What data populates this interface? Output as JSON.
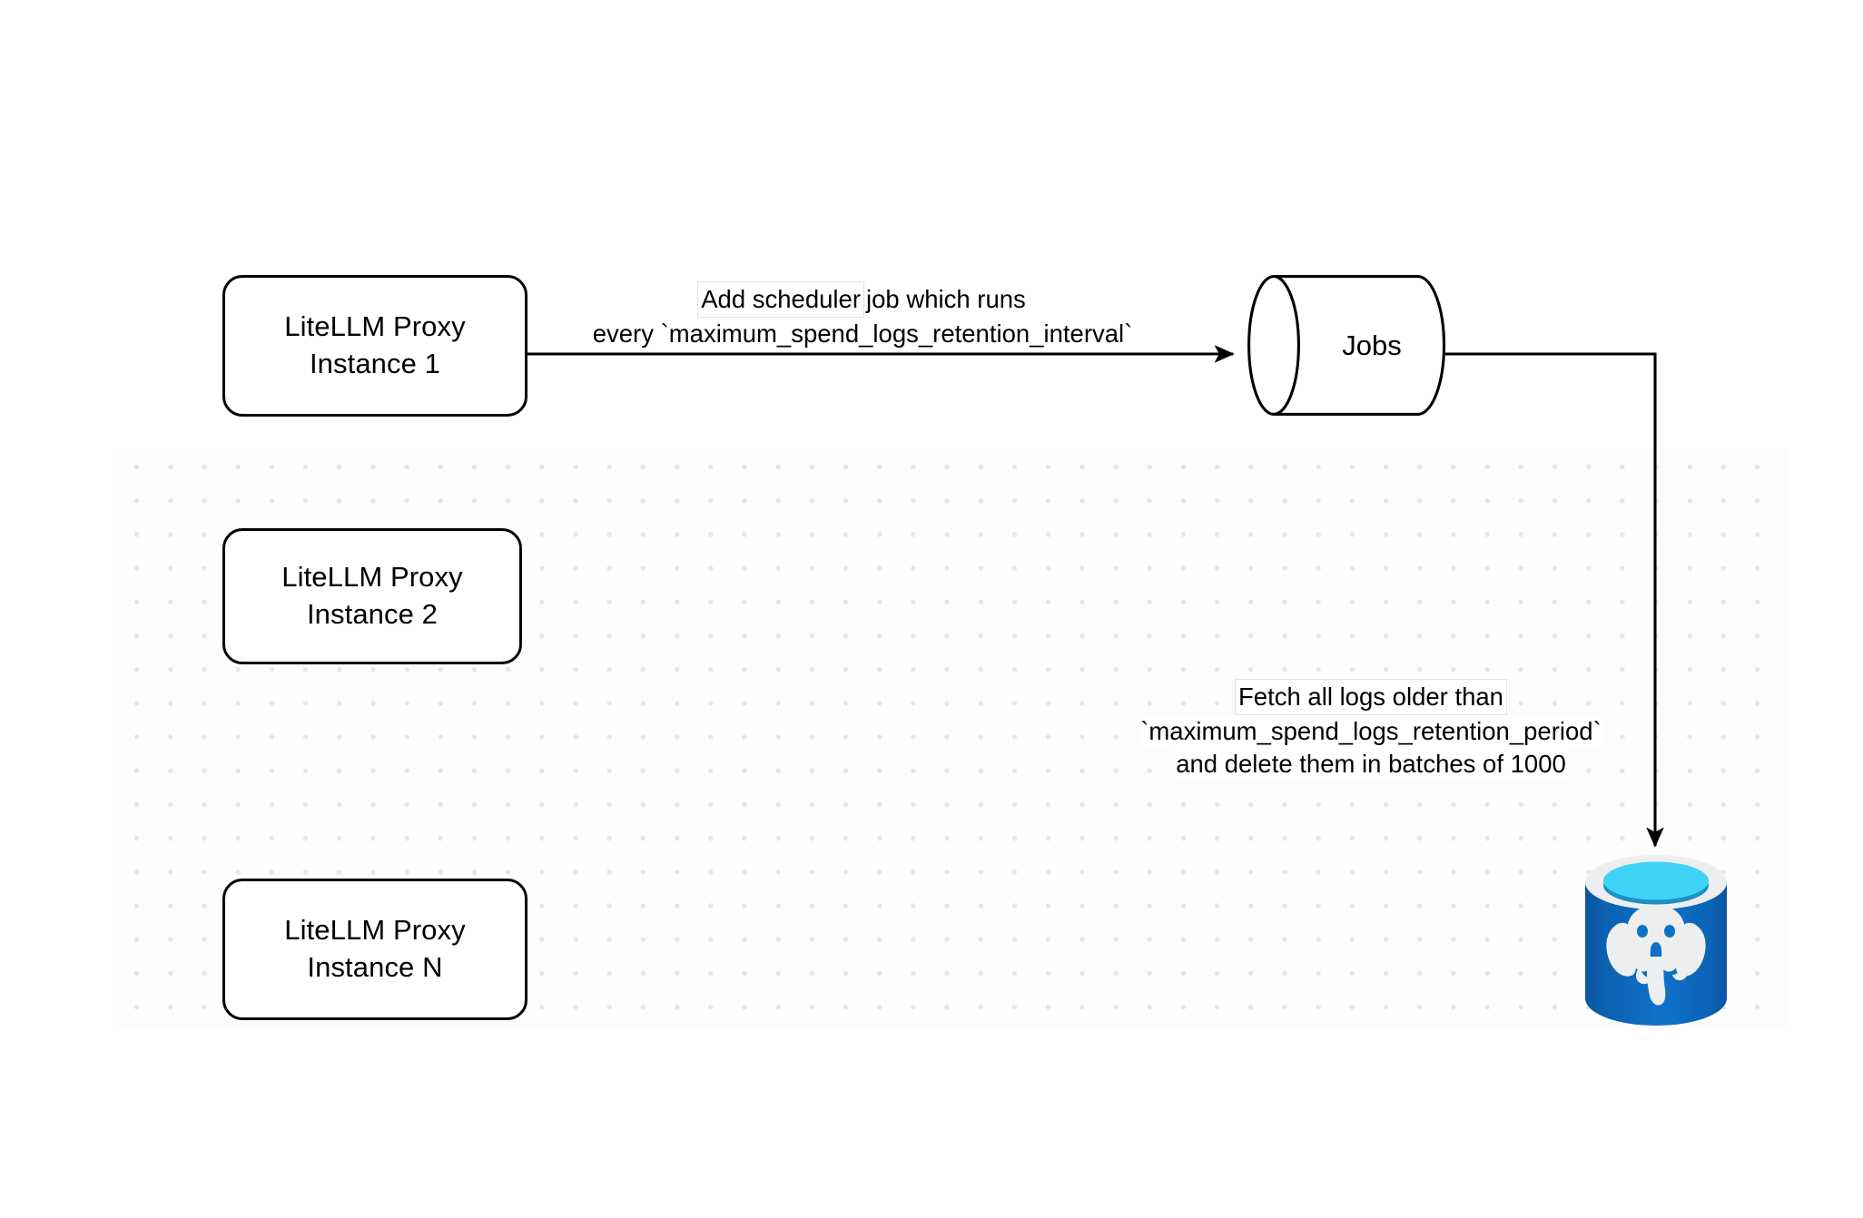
{
  "diagram": {
    "title": "LiteLLM spend logs retention scheduler flow",
    "background_color": "#ffffff",
    "grid_dot_color": "#e6e6e6",
    "stroke_color": "#000000"
  },
  "nodes": {
    "instance_1": {
      "label": "LiteLLM Proxy\nInstance 1",
      "shape": "rounded-rectangle"
    },
    "instance_2": {
      "label": "LiteLLM Proxy\nInstance 2",
      "shape": "rounded-rectangle"
    },
    "instance_n": {
      "label": "LiteLLM Proxy\nInstance N",
      "shape": "rounded-rectangle"
    },
    "jobs": {
      "label": "Jobs",
      "shape": "cylinder"
    },
    "database": {
      "icon": "postgresql-database-icon",
      "colors": {
        "body": "#0d6fc4",
        "body_dark": "#0a5aa5",
        "rim": "#eceef0",
        "opening": "#3fd2f7",
        "opening_shadow": "#1d8fc2",
        "elephant": "#eceef0"
      }
    }
  },
  "edges": [
    {
      "id": "scheduler-edge",
      "from": "instance_1",
      "to": "jobs",
      "arrow": "triangle-right",
      "label_lines": [
        "Add scheduler job which runs",
        "every `maximum_spend_logs_retention_interval`"
      ],
      "label_highlight_text": "Add scheduler"
    },
    {
      "id": "fetch-edge",
      "from": "jobs",
      "to": "database",
      "arrow": "triangle-down",
      "label_lines": [
        "Fetch all logs older than",
        "`maximum_spend_logs_retention_period`",
        "and delete them in batches of 1000"
      ],
      "label_highlight_text": "Fetch all logs older than"
    }
  ]
}
